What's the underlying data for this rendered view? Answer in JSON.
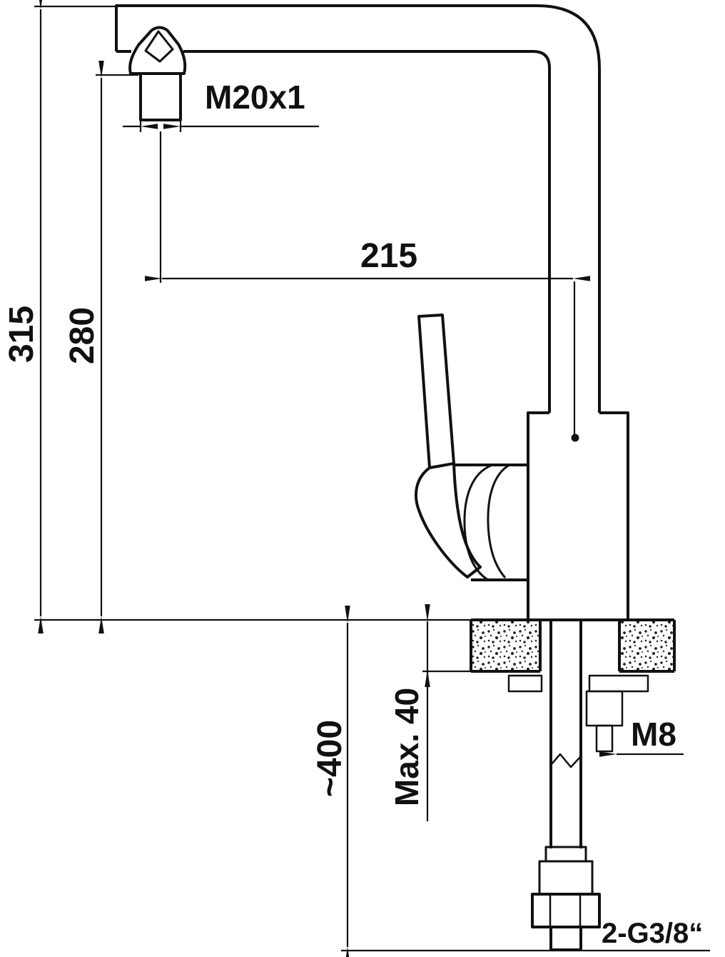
{
  "drawing": {
    "type": "technical-dimension-drawing",
    "colors": {
      "line": "#111111",
      "background": "#ffffff"
    },
    "dims": {
      "total_height": "315",
      "outlet_height": "280",
      "spout_reach": "215",
      "aerator_thread": "M20x1",
      "deck_thickness": "Max. 40",
      "hose_length": "~400",
      "fixing_stud_thread": "M8",
      "supply_connection": "2-G3/8“"
    }
  }
}
